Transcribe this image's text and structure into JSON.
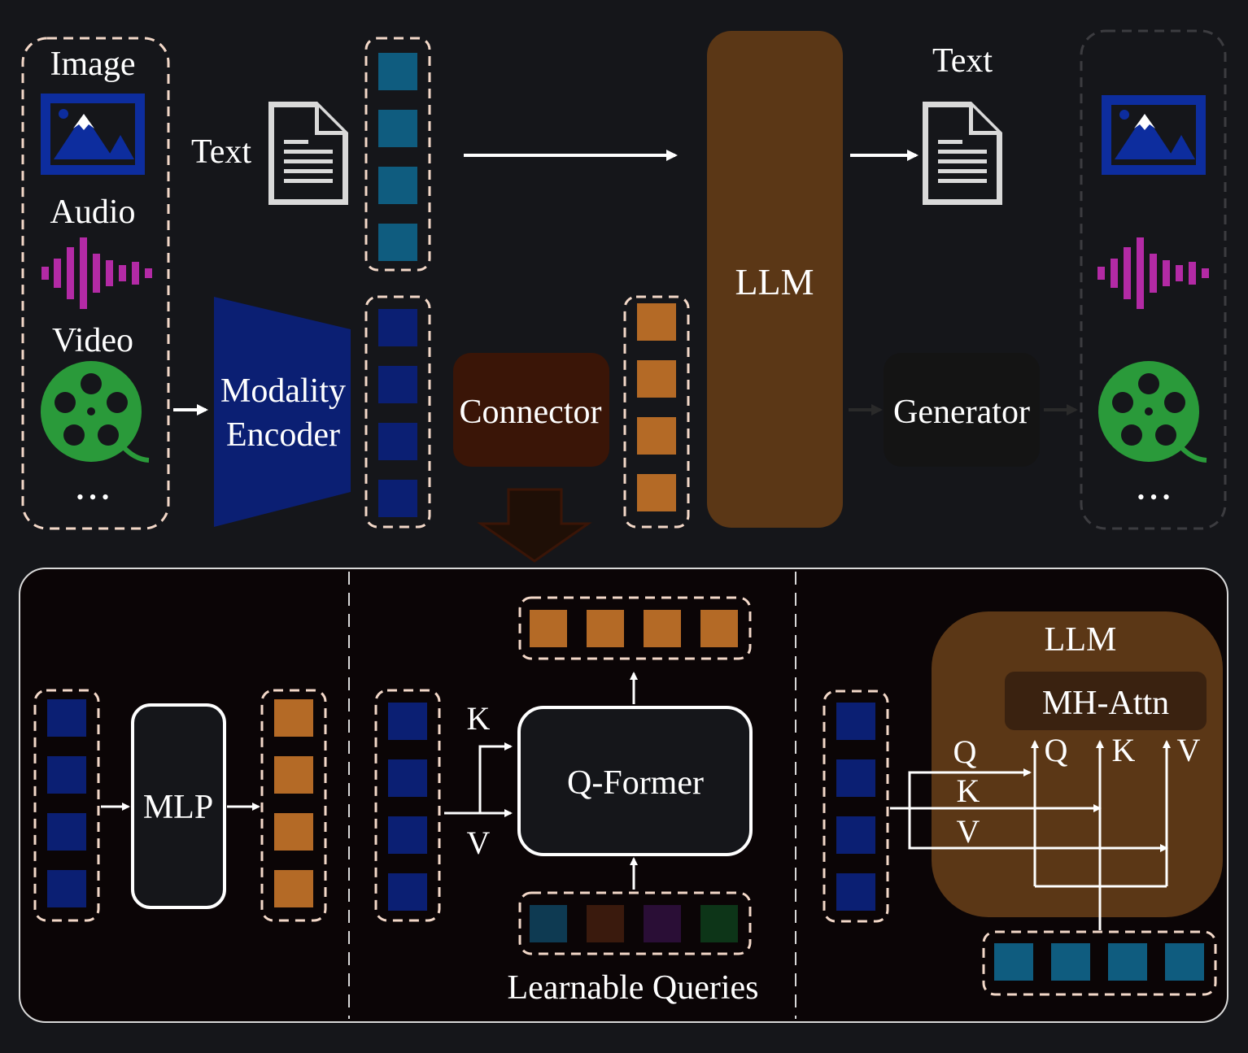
{
  "inputs": {
    "image_label": "Image",
    "audio_label": "Audio",
    "video_label": "Video",
    "ellipsis": "• • •",
    "text_label": "Text"
  },
  "encoder": {
    "line1": "Modality",
    "line2": "Encoder"
  },
  "connector": {
    "label": "Connector"
  },
  "llm": {
    "label": "LLM"
  },
  "output": {
    "text_label": "Text",
    "ellipsis": "• • •"
  },
  "generator": {
    "label": "Generator"
  },
  "detail": {
    "mlp": {
      "label": "MLP"
    },
    "qformer": {
      "label": "Q-Former",
      "k_label": "K",
      "v_label": "V",
      "queries_label": "Learnable Queries"
    },
    "cross_attn": {
      "llm_label": "LLM",
      "attn_label": "MH-Attn",
      "q_in": "Q",
      "k_in": "K",
      "v_in": "V",
      "q_out": "Q",
      "k_out": "K",
      "v_out": "V"
    }
  },
  "colors": {
    "background": "#15161a",
    "text_token": "#0f5c7f",
    "modality_token": "#0b1f73",
    "aligned_token": "#b46a26",
    "encoder": "#0b1f73",
    "connector": "#3a1507",
    "llm": "#5b3716",
    "generator": "#141414",
    "image_icon": "#0d2d9e",
    "audio_icon": "#b32aa5",
    "video_icon": "#2a9a3a",
    "query_tokens": [
      "#0e3a52",
      "#3a1a0d",
      "#2a0e36",
      "#0d3518"
    ]
  }
}
